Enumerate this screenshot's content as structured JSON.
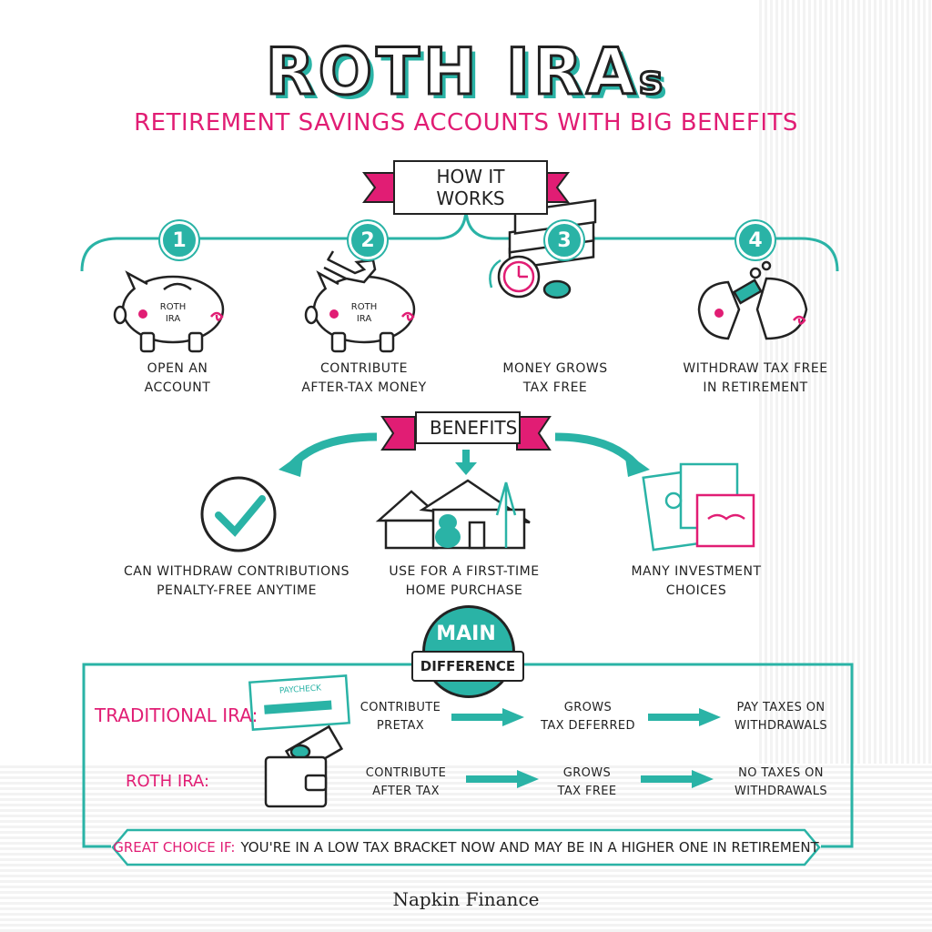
{
  "title": {
    "main": "ROTH IRA",
    "suffix": "s"
  },
  "subtitle": "RETIREMENT SAVINGS ACCOUNTS WITH BIG BENEFITS",
  "how_it_works": {
    "heading": "HOW IT WORKS",
    "steps": [
      {
        "number": "1",
        "icon_text_1": "ROTH",
        "icon_text_2": "IRA",
        "line1": "OPEN AN",
        "line2": "ACCOUNT"
      },
      {
        "number": "2",
        "icon_text_1": "ROTH",
        "icon_text_2": "IRA",
        "line1": "CONTRIBUTE",
        "line2": "AFTER-TAX MONEY"
      },
      {
        "number": "3",
        "line1": "MONEY GROWS",
        "line2": "TAX FREE"
      },
      {
        "number": "4",
        "line1": "WITHDRAW TAX FREE",
        "line2": "IN RETIREMENT"
      }
    ]
  },
  "benefits": {
    "heading": "BENEFITS",
    "items": [
      {
        "line1": "CAN WITHDRAW CONTRIBUTIONS",
        "line2": "PENALTY-FREE ANYTIME"
      },
      {
        "line1": "USE FOR A FIRST-TIME",
        "line2": "HOME PURCHASE"
      },
      {
        "line1": "MANY INVESTMENT",
        "line2": "CHOICES"
      }
    ]
  },
  "main_difference": {
    "word1": "MAIN",
    "word2": "DIFFERENCE",
    "paycheck_label": "PAYCHECK",
    "traditional": {
      "label": "TRADITIONAL IRA:",
      "step1_line1": "CONTRIBUTE",
      "step1_line2": "PRETAX",
      "step2_line1": "GROWS",
      "step2_line2": "TAX DEFERRED",
      "step3_line1": "PAY TAXES ON",
      "step3_line2": "WITHDRAWALS"
    },
    "roth": {
      "label": "ROTH IRA:",
      "step1_line1": "CONTRIBUTE",
      "step1_line2": "AFTER TAX",
      "step2_line1": "GROWS",
      "step2_line2": "TAX FREE",
      "step3_line1": "NO  TAXES ON",
      "step3_line2": "WITHDRAWALS"
    },
    "great_choice_lead": "GREAT CHOICE IF:",
    "great_choice_text": "YOU'RE IN A LOW TAX BRACKET NOW AND MAY BE IN A HIGHER ONE IN RETIREMENT"
  },
  "footer": "Napkin Finance",
  "colors": {
    "teal": "#2ab3a6",
    "pink": "#e11d74",
    "ink": "#222222"
  }
}
